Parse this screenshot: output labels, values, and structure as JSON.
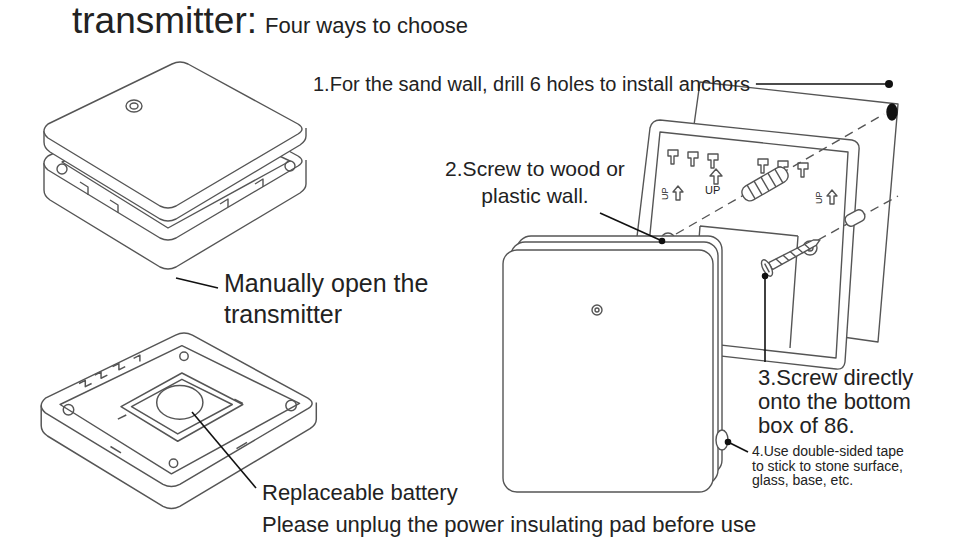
{
  "diagram": {
    "title": "transmitter:",
    "labels": [
      "Four ways to choose",
      "1.For the sand wall, drill 6 holes to install anchors",
      "2.Screw to wood or plastic wall.",
      "UP",
      "UP",
      "UP",
      "Manually open the transmitter",
      "3.Screw directly onto the bottom box of 86.",
      "4.Use double-sided tape to stick to stone surface, glass, base, etc.",
      "Replaceable battery",
      "Please unplug the power insulating pad before use"
    ]
  }
}
